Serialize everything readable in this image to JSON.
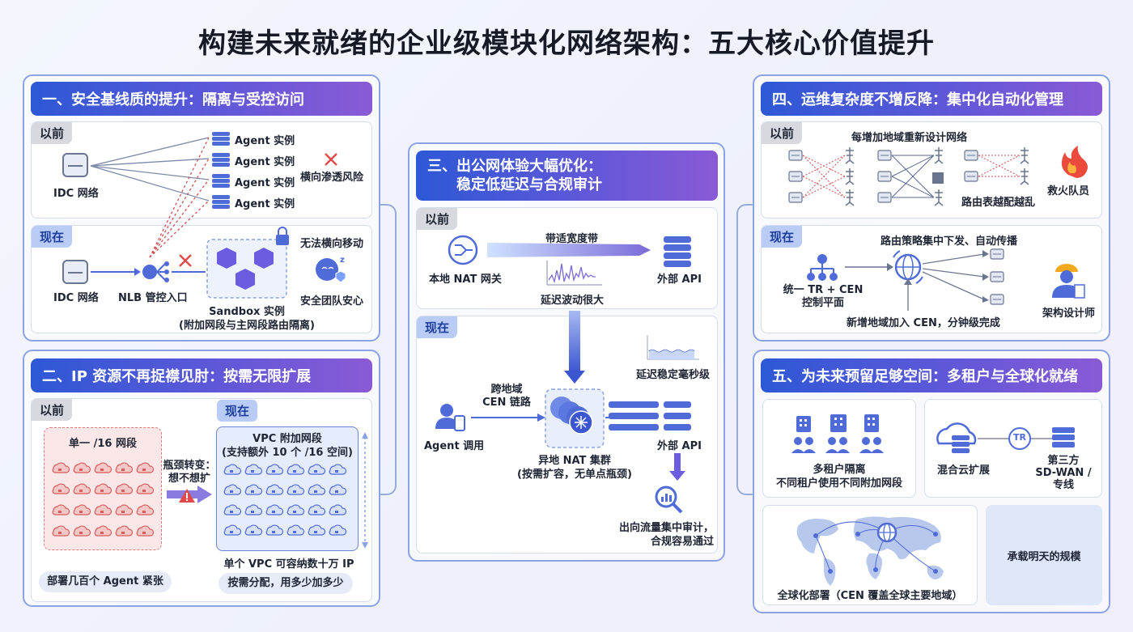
{
  "title": "构建未来就绪的企业级模块化网络架构：五大核心价值提升",
  "tags": {
    "before": "以前",
    "now": "现在"
  },
  "p1": {
    "heading": "一、安全基线质的提升：隔离与受控访问",
    "before": {
      "idc": "IDC 网络",
      "agents": [
        "Agent 实例",
        "Agent 实例",
        "Agent 实例",
        "Agent 实例"
      ],
      "risk": "横向渗透风险"
    },
    "now": {
      "idc": "IDC 网络",
      "nlb": "NLB 管控入口",
      "sandbox": "Sandbox 实例",
      "sandbox_note": "(附加网段与主网段路由隔离)",
      "no_lateral": "无法横向移动",
      "safe": "安全团队安心"
    }
  },
  "p2": {
    "heading": "二、IP 资源不再捉襟见肘：按需无限扩展",
    "before": {
      "single": "单一 /16 网段",
      "deploy": "部署几百个 Agent 紧张"
    },
    "arrow": "瓶颈转变：\n想不想扩",
    "now": {
      "vpc": "VPC 附加网段",
      "vpc_note": "(支持额外 10 个 /16 空间)",
      "capacity": "单个 VPC 可容纳数十万 IP",
      "on_demand": "按需分配，用多少加多少"
    }
  },
  "p3": {
    "heading_line1": "三、出公网体验大幅优化：",
    "heading_line2": "稳定低延迟与合规审计",
    "before": {
      "local_nat": "本地 NAT 网关",
      "bandwidth": "带适宽度带",
      "latency": "延迟波动很大",
      "api": "外部 API"
    },
    "now": {
      "latency_ok": "延迟稳定毫秒级",
      "cross_region": "跨地域\nCEN 链路",
      "agent_call": "Agent 调用",
      "nat_cluster": "异地 NAT 集群",
      "nat_note": "(按需扩容，无单点瓶颈)",
      "api": "外部 API",
      "audit": "出向流量集中审计，\n合规容易通过"
    }
  },
  "p4": {
    "heading": "四、运维复杂度不增反降：集中化自动化管理",
    "before": {
      "redesign": "每增加地域重新设计网络",
      "routes": "路由表越配越乱",
      "firefighter": "救火队员"
    },
    "now": {
      "policy": "路由策略集中下发、自动传播",
      "unified": "统一 TR + CEN\n控制平面",
      "new_region": "新增地域加入 CEN，分钟级完成",
      "architect": "架构设计师"
    }
  },
  "p5": {
    "heading": "五、为未来预留足够空间：多租户与全球化就绪",
    "tenant": "多租户隔离\n不同租户使用不同附加网段",
    "hybrid": "混合云扩展",
    "tr": "TR",
    "thirdparty": "第三方\nSD-WAN /\n专线",
    "global": "全球化部署（CEN 覆盖全球主要地域）",
    "scale": "承载明天的规模"
  },
  "colors": {
    "accent": "#2d58d6",
    "purple": "#8a5ad6",
    "danger": "#e04a4a",
    "server": "#4f6bd8"
  }
}
